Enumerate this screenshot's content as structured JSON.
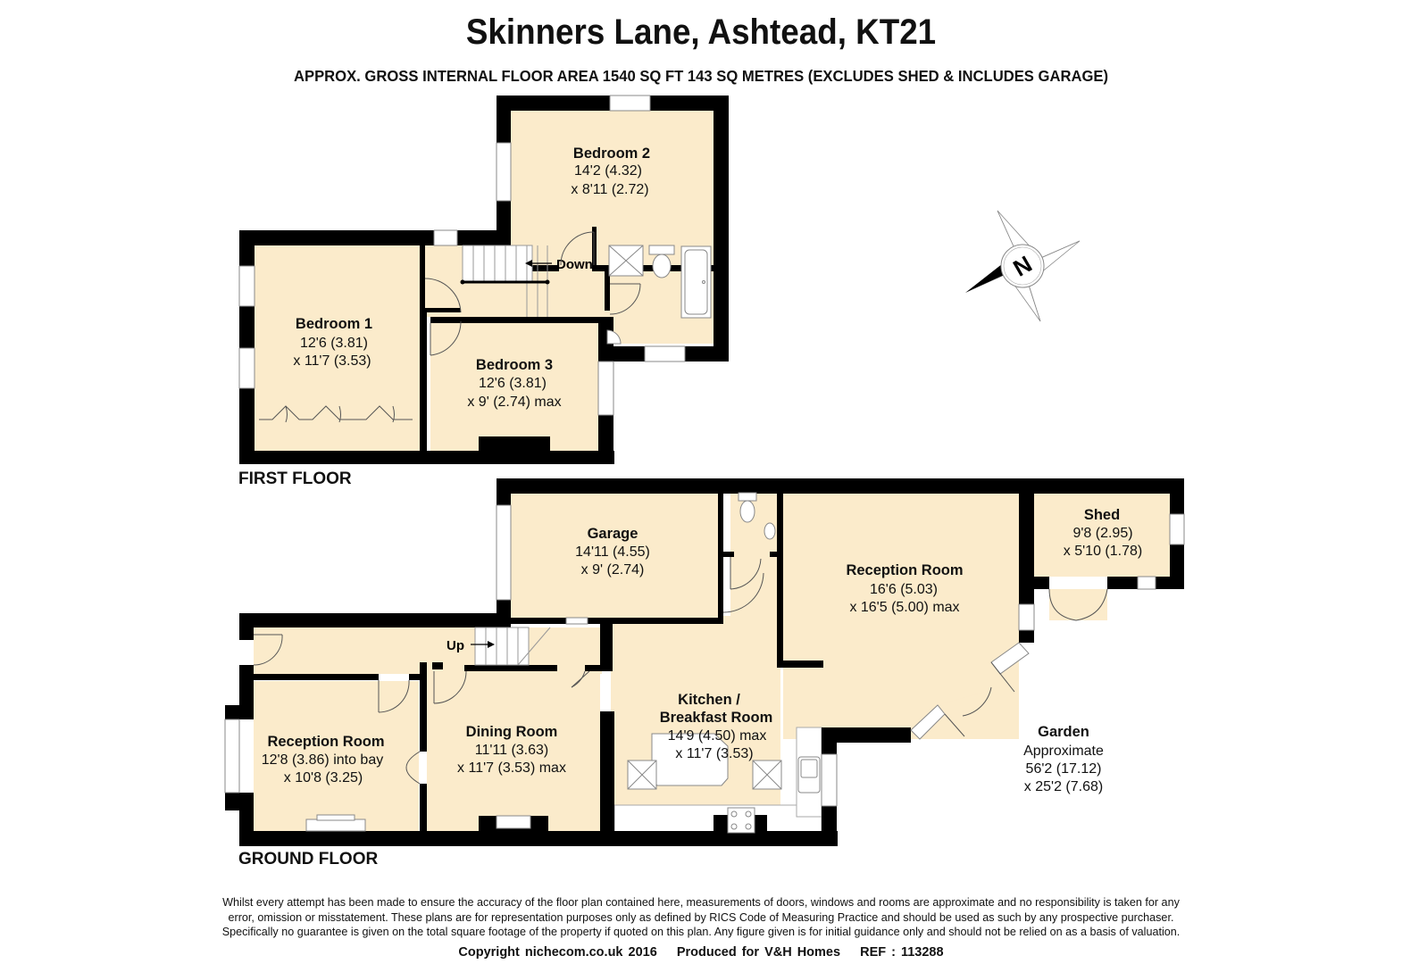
{
  "header": {
    "title": "Skinners Lane, Ashtead, KT21",
    "subtitle": "APPROX. GROSS INTERNAL FLOOR AREA 1540 SQ FT 143 SQ METRES (EXCLUDES SHED & INCLUDES GARAGE)"
  },
  "colors": {
    "room_fill": "#FBEBCB",
    "wall": "#000000",
    "background": "#FFFFFF"
  },
  "compass": {
    "icon": "north-compass-icon",
    "label": "N"
  },
  "first_floor": {
    "label": "FIRST FLOOR",
    "stairs_label": "Down",
    "rooms": [
      {
        "name": "Bedroom 2",
        "dim1": "14'2 (4.32)",
        "dim2": "x 8'11 (2.72)"
      },
      {
        "name": "Bedroom 1",
        "dim1": "12'6 (3.81)",
        "dim2": "x 11'7 (3.53)"
      },
      {
        "name": "Bedroom 3",
        "dim1": "12'6 (3.81)",
        "dim2": "x 9' (2.74) max"
      }
    ]
  },
  "ground_floor": {
    "label": "GROUND FLOOR",
    "stairs_label": "Up",
    "rooms": [
      {
        "name": "Garage",
        "dim1": "14'11 (4.55)",
        "dim2": "x 9' (2.74)"
      },
      {
        "name": "Reception Room",
        "dim1": "16'6 (5.03)",
        "dim2": "x 16'5 (5.00) max"
      },
      {
        "name": "Shed",
        "dim1": "9'8 (2.95)",
        "dim2": "x 5'10 (1.78)"
      },
      {
        "name": "Kitchen /",
        "name2": "Breakfast Room",
        "dim1": "14'9 (4.50) max",
        "dim2": "x 11'7 (3.53)"
      },
      {
        "name": "Reception Room",
        "dim1": "12'8 (3.86) into bay",
        "dim2": "x 10'8 (3.25)"
      },
      {
        "name": "Dining Room",
        "dim1": "11'11 (3.63)",
        "dim2": "x 11'7 (3.53) max"
      }
    ]
  },
  "garden": {
    "name": "Garden",
    "line1": "Approximate",
    "dim1": "56'2 (17.12)",
    "dim2": "x 25'2 (7.68)"
  },
  "footer": {
    "disclaimer": [
      "Whilst every attempt has been made to ensure the accuracy of the floor plan contained here, measurements of doors, windows and rooms are approximate and no responsibility is taken for any",
      "error, omission or misstatement. These plans are for representation purposes only as defined by RICS Code of Measuring Practice and should be used as such by any prospective purchaser.",
      "Specifically no guarantee is given on the total square footage of the property if quoted on this plan. Any figure given is for initial guidance only and should not be relied on as a basis of valuation."
    ],
    "copyright": "Copyright nichecom.co.uk 2016",
    "produced_for": "Produced for V&H Homes",
    "ref": "REF :  113288"
  }
}
